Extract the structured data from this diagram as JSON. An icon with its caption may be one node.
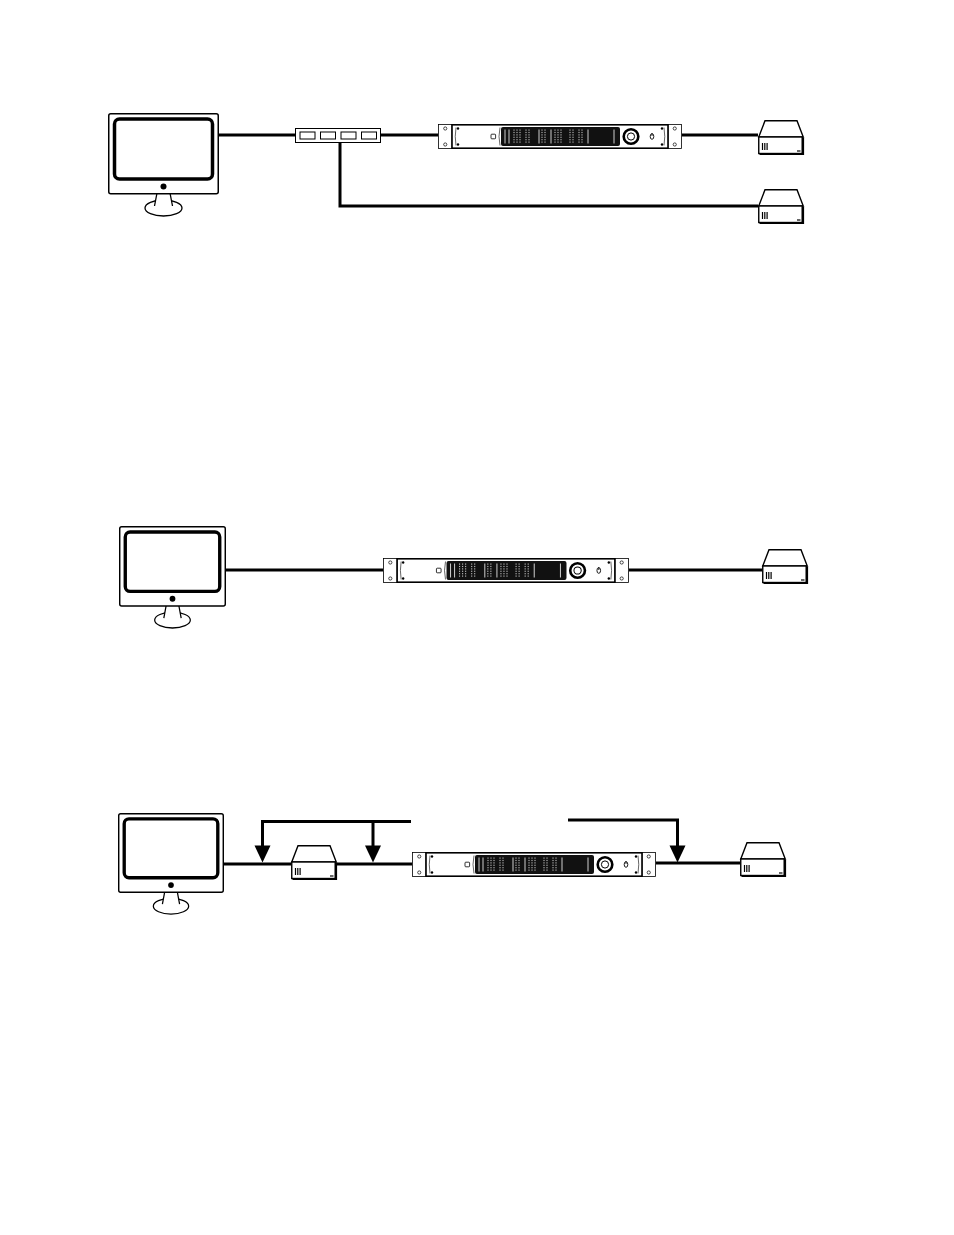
{
  "diagram": {
    "nodes": [
      {
        "text": [],
        "shape": "monitor"
      },
      {
        "text": [],
        "shape": "hub"
      },
      {
        "text": [],
        "shape": "rack"
      },
      {
        "text": [],
        "shape": "drive"
      },
      {
        "text": [],
        "shape": "drive"
      },
      {
        "text": [],
        "shape": "monitor"
      },
      {
        "text": [],
        "shape": "rack"
      },
      {
        "text": [],
        "shape": "drive"
      },
      {
        "text": [],
        "shape": "monitor"
      },
      {
        "text": [],
        "shape": "drive"
      },
      {
        "text": [],
        "shape": "rack"
      },
      {
        "text": [],
        "shape": "drive"
      }
    ],
    "edges": [
      {
        "from": 0,
        "to": 1,
        "arrow": "none"
      },
      {
        "from": 1,
        "to": 2,
        "arrow": "none"
      },
      {
        "from": 2,
        "to": 3,
        "arrow": "none"
      },
      {
        "from": 1,
        "to": 4,
        "arrow": "none"
      },
      {
        "from": 5,
        "to": 6,
        "arrow": "none"
      },
      {
        "from": 6,
        "to": 7,
        "arrow": "none"
      },
      {
        "from": 8,
        "to": 9,
        "arrow": "none"
      },
      {
        "from": 9,
        "to": 10,
        "arrow": "none"
      },
      {
        "from": 10,
        "to": 11,
        "arrow": "none"
      }
    ]
  }
}
